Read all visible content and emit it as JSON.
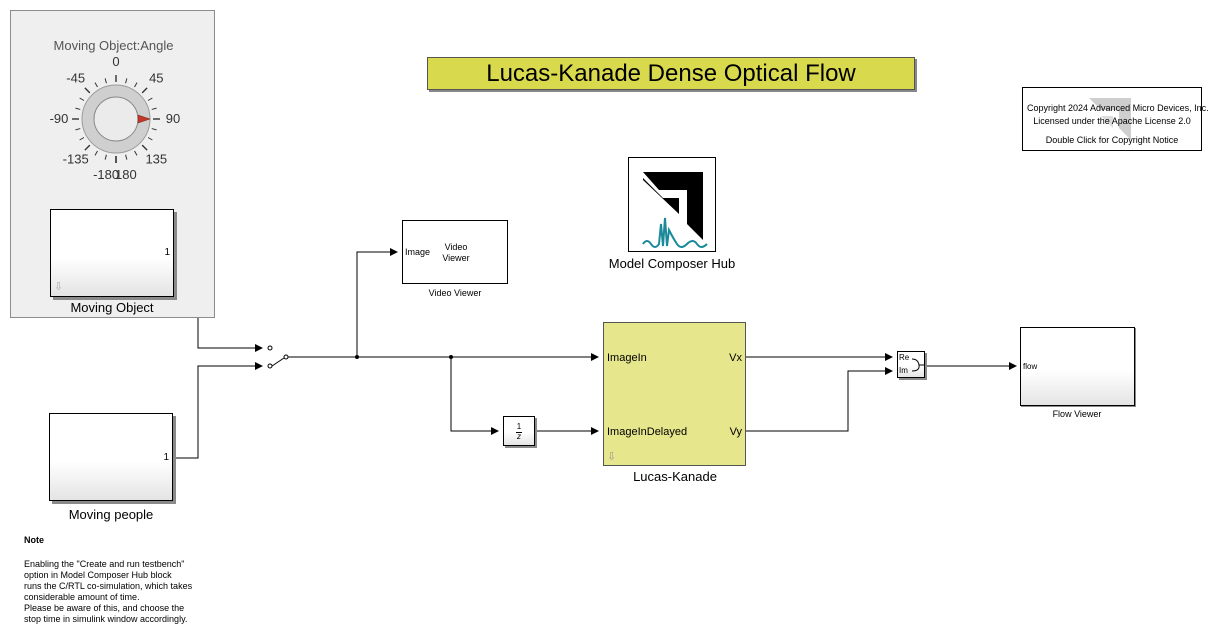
{
  "title": "Lucas-Kanade Dense Optical Flow",
  "copyright": {
    "line1": "Copyright 2024 Advanced Micro Devices, Inc.",
    "line2": "Licensed under the Apache License 2.0",
    "line3": "Double Click for Copyright Notice"
  },
  "knob_panel": {
    "title": "Moving Object:Angle",
    "ticks": [
      "0",
      "45",
      "90",
      "135",
      "180",
      "-180",
      "-135",
      "-90",
      "-45"
    ],
    "value": 90
  },
  "blocks": {
    "moving_object": {
      "label": "Moving Object",
      "port": "1"
    },
    "moving_people": {
      "label": "Moving people",
      "port": "1"
    },
    "video_viewer": {
      "label": "Video Viewer",
      "port_in": "Image",
      "text_line1": "Video",
      "text_line2": "Viewer"
    },
    "model_composer_hub": {
      "label": "Model Composer Hub"
    },
    "lucas_kanade": {
      "label": "Lucas-Kanade",
      "in1": "ImageIn",
      "in2": "ImageInDelayed",
      "out1": "Vx",
      "out2": "Vy"
    },
    "delay": {
      "numerator": "1",
      "denominator": "z"
    },
    "complex": {
      "in1": "Re",
      "in2": "Im"
    },
    "flow_viewer": {
      "label": "Flow Viewer",
      "port_in": "flow"
    }
  },
  "note": {
    "heading": "Note",
    "lines": [
      "Enabling the \"Create and run testbench\"",
      "option in Model Composer Hub block",
      "runs the C/RTL co-simulation, which takes",
      "considerable amount of time.",
      "Please be aware of this, and choose the",
      "stop time in simulink window accordingly."
    ]
  },
  "colors": {
    "title_bg": "#d9d94e",
    "lucas_kanade_bg": "#e6e68c",
    "panel_bg": "#efefef",
    "amd_logo": "#000000",
    "amd_wave": "#1a8a99",
    "knob_needle": "#c0392b"
  }
}
